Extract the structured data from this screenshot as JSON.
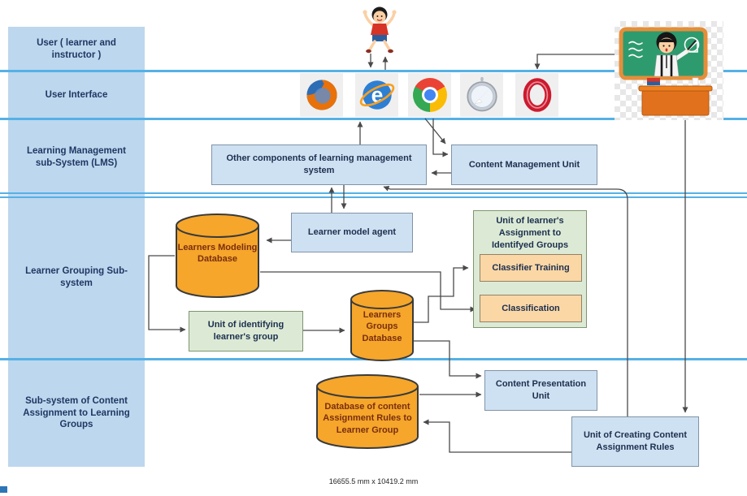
{
  "lanes": [
    {
      "label": "User ( learner and instructor )"
    },
    {
      "label": "User Interface"
    },
    {
      "label": "Learning Management sub-System (LMS)"
    },
    {
      "label": "Learner Grouping Sub-system"
    },
    {
      "label": "Sub-system of Content Assignment to Learning Groups"
    }
  ],
  "nodes": {
    "other_components": {
      "label": "Other components of learning management system"
    },
    "content_management": {
      "label": "Content Management Unit"
    },
    "learner_model_agent": {
      "label": "Learner model agent"
    },
    "learners_modeling_db": {
      "label": "Learners Modeling Database"
    },
    "unit_identifying": {
      "label": "Unit of identifying learner's group"
    },
    "assignment_unit": {
      "label": "Unit of learner's Assignment to Identifyed Groups"
    },
    "classifier_training": {
      "label": "Classifier Training"
    },
    "classification": {
      "label": "Classification"
    },
    "learners_groups_db": {
      "label": "Learners Groups Database"
    },
    "content_presentation": {
      "label": "Content Presentation Unit"
    },
    "rules_db": {
      "label": "Database of content Assignment Rules to Learner Group"
    },
    "unit_creating_rules": {
      "label": "Unit of Creating Content Assignment Rules"
    }
  },
  "icons": {
    "browsers": [
      "firefox",
      "internet-explorer",
      "chrome",
      "safari",
      "opera"
    ],
    "learner": "jumping-child",
    "instructor": "teacher-at-blackboard"
  },
  "caption": {
    "text": "16655.5 mm x 10419.2 mm"
  },
  "colors": {
    "lane_fill": "#BDD7EE",
    "lane_text": "#1F3864",
    "lane_line": "#55B1E5",
    "box_blue_fill": "#CEE1F2",
    "box_border": "#8193A7",
    "box_text": "#1C2F4E",
    "green_fill": "#DCEAD5",
    "green_border": "#7F9470",
    "orange_fill": "#FBD7A6",
    "orange_border": "#948066",
    "cylinder_fill": "#F5A62B",
    "cylinder_stroke": "#3A3A3A",
    "cylinder_text": "#7A2E0E",
    "connector": "#4A4A4A",
    "ff_orange": "#E8710A",
    "ff_blue": "#2E6DB4",
    "ie_blue": "#2D7FD4",
    "ie_swoosh": "#F7A021",
    "cr_red": "#EA4335",
    "cr_yellow": "#FBBC05",
    "cr_green": "#34A853",
    "cr_blue": "#4285F4",
    "sf_body": "#C9CED6",
    "sf_needle": "#E8742C",
    "op_red": "#CC1A2E",
    "board_green": "#2E9B6E",
    "board_frame": "#E58E3A",
    "desk_orange": "#E2711D"
  }
}
